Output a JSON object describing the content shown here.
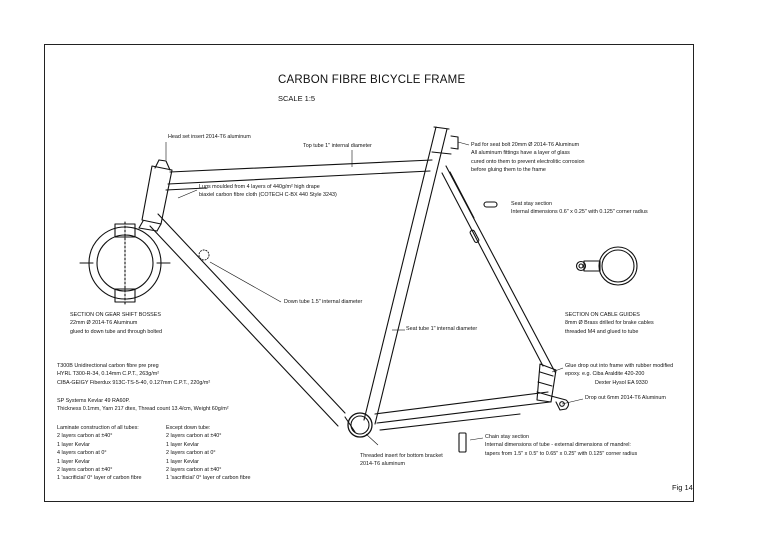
{
  "title": "CARBON FIBRE BICYCLE FRAME",
  "scale": "SCALE 1:5",
  "figure": "Fig 14",
  "labels": {
    "head_set_insert": "Head set insert 2014-T6 aluminum",
    "top_tube": "Top tube 1\" internal diameter",
    "seat_pad": [
      "Pad for seat bolt 20mm Ø 2014-T6 Aluminum",
      "All aluminum fittings have a layer of glass",
      "cured onto them to prevent electrolitic corrosion",
      "before gluing them to the frame"
    ],
    "lugs": [
      "Lugs moulded from 4 layers of 440g/m² high drape",
      "biaxiel carbon fibre cloth (COTECH C-BX 440 Style 3243)"
    ],
    "seat_stay": [
      "Seat stay section",
      "Internal dimensions 0.6\" x 0.25\" with 0.125\" corner radius"
    ],
    "down_tube": "Down tube 1.5\" internal diameter",
    "gear_bosses": [
      "SECTION ON GEAR SHIFT BOSSES",
      "22mm Ø 2014-T6 Aluminum",
      "glued to down tube and through bolted"
    ],
    "cable_guides": [
      "SECTION ON CABLE GUIDES",
      "8mm Ø Brass drilled for brake cables",
      "threaded M4 and glued to tube"
    ],
    "seat_tube": "Seat tube 1\" internal diameter",
    "glue_dropout": [
      "Glue drop out into frame with rubber modified",
      "epoxy. e.g. Ciba Araldite 420-200",
      "Dexter Hysol EA 9330"
    ],
    "drop_out": "Drop out 6mm 2014-T6 Aluminum",
    "materials": [
      "T300B Unidirectional carbon fibre pre preg",
      "HYRL T300-R-34, 0.14mm C.P.T., 263g/m²",
      "CIBA-GEIGY Fiberdux 913C-TS-5-40, 0.127mm C.P.T., 220g/m²"
    ],
    "kevlar": [
      "SP Systems Kevlar 49 RA60P.",
      "Thickness 0.1mm, Yarn 217 dtex, Thread count 13.4/cm, Weight 60g/m²"
    ],
    "laminate_all": [
      "Laminate construction of all tubes:",
      "2 layers carbon at ±40°",
      "1 layer Kevlar",
      "4 layers carbon at 0°",
      "1 layer Kevlar",
      "2 layers carbon at ±40°",
      "1 'sacrificial' 0° layer of carbon fibre"
    ],
    "laminate_down": [
      "Except down tube:",
      "2 layers carbon at ±40°",
      "1 layer Kevlar",
      "2 layers carbon at 0°",
      "1 layer Kevlar",
      "2 layers carbon at ±40°",
      "1 'sacrificial' 0° layer of carbon fibre"
    ],
    "bottom_bracket": [
      "Threaded insert for bottom bracket",
      "2014-T6 aluminum"
    ],
    "chain_stay": [
      "Chain stay section",
      "Internal dimensions of tube - external dimensions of mandrel:",
      "tapers from 1.5\" x 0.5\" to 0.65\" x 0.25\" with 0.125\" corner radius"
    ]
  }
}
